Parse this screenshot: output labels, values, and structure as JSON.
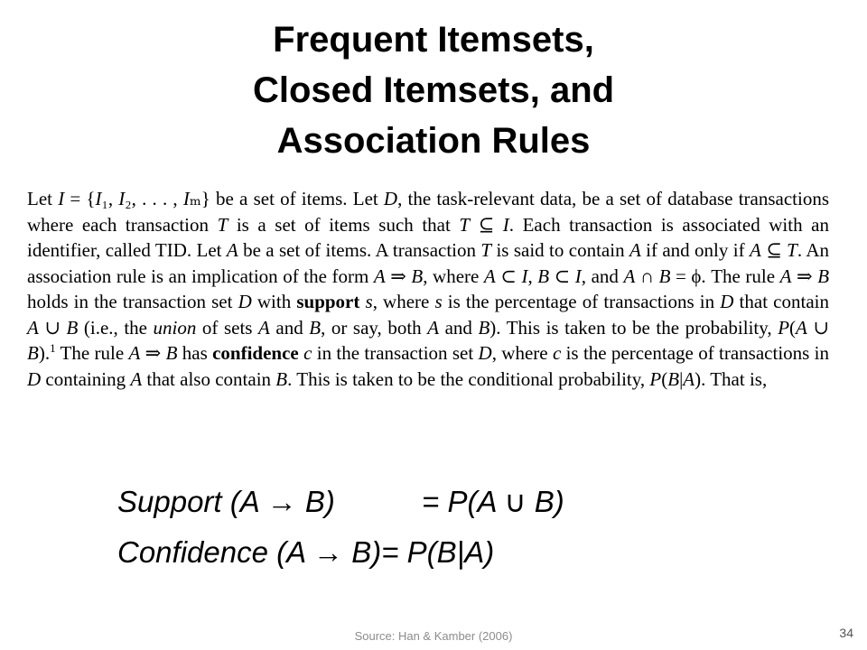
{
  "slide": {
    "title_lines": [
      "Frequent Itemsets,",
      "Closed Itemsets, and",
      "Association Rules"
    ],
    "passage": {
      "p01": "Let ",
      "p02": "I",
      "p03": " = {",
      "p04": "I",
      "p05": "₁",
      "p06": ", ",
      "p07": "I",
      "p08": "₂",
      "p09": ", . . . , ",
      "p10": "I",
      "p11": "ₘ",
      "p12": "} be a set of items. Let ",
      "p13": "D",
      "p14": ", the task-relevant data, be a set of database transactions where each transaction ",
      "p15": "T",
      "p16": " is a set of items such that ",
      "p17": "T",
      "p18": " ⊆ ",
      "p19": "I",
      "p20": ". Each transaction is associated with an identifier, called TID. Let ",
      "p21": "A",
      "p22": " be a set of items. A transaction ",
      "p23": "T",
      "p24": " is said to contain ",
      "p25": "A",
      "p26": " if and only if ",
      "p27": "A",
      "p28": " ⊆ ",
      "p29": "T",
      "p30": ". An association rule is an implication of the form ",
      "p31": "A",
      "p32": " ⇒ ",
      "p33": "B",
      "p34": ", where ",
      "p35": "A",
      "p36": " ⊂ ",
      "p37": "I",
      "p38": ", ",
      "p39": "B",
      "p40": " ⊂ ",
      "p41": "I",
      "p42": ", and ",
      "p43": "A",
      "p44": " ∩ ",
      "p45": "B",
      "p46": " = ϕ. The rule ",
      "p47": "A",
      "p48": " ⇒ ",
      "p49": "B",
      "p50": " holds in the transaction set ",
      "p51": "D",
      "p52": " with ",
      "p53": "support",
      "p54": " ",
      "p55": "s",
      "p56": ", where ",
      "p57": "s",
      "p58": " is the percentage of transactions in ",
      "p59": "D",
      "p60": " that contain ",
      "p61": "A",
      "p62": " ∪ ",
      "p63": "B",
      "p64": " (i.e., the ",
      "p65": "union",
      "p66": " of sets ",
      "p67": "A",
      "p68": " and ",
      "p69": "B",
      "p70": ", or say, both ",
      "p71": "A",
      "p72": " and ",
      "p73": "B",
      "p74": "). This is taken to be the probability, ",
      "p75": "P",
      "p76": "(",
      "p77": "A",
      "p78": " ∪ ",
      "p79": "B",
      "p80": ").",
      "p81": "1",
      "p82": " The rule ",
      "p83": "A",
      "p84": " ⇒ ",
      "p85": "B",
      "p86": " has ",
      "p87": "confidence",
      "p88": " ",
      "p89": "c",
      "p90": " in the transaction set ",
      "p91": "D",
      "p92": ", where ",
      "p93": "c",
      "p94": " is the percentage of transactions in ",
      "p95": "D",
      "p96": " containing ",
      "p97": "A",
      "p98": " that also contain ",
      "p99": "B",
      "q00": ". This is taken to be the conditional probability, ",
      "q01": "P",
      "q02": "(",
      "q03": "B",
      "q04": "|",
      "q05": "A",
      "q06": "). That is,"
    },
    "formulas": [
      {
        "lhs": "Support (A → B)",
        "rhs": "= P(A ∪ B)"
      },
      {
        "lhs": "Confidence (A → B)",
        "rhs": "= P(B|A)"
      }
    ],
    "source": "Source: Han & Kamber (2006)",
    "page_number": "34"
  }
}
